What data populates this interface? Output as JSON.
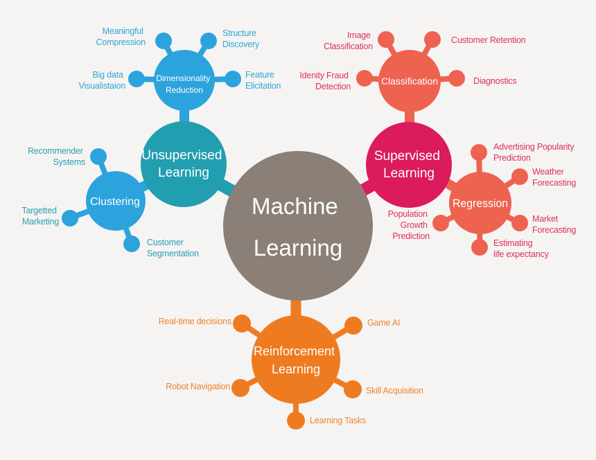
{
  "colors": {
    "background": "#F5F4F3",
    "center": "#8A8077",
    "teal": "#219EB0",
    "blue": "#2CA3DC",
    "crimson": "#DC1A5E",
    "salmon": "#EE6250",
    "orange": "#EF7B21",
    "hub_text": "#FFFFFF",
    "label_blue": "#2EA6D3",
    "label_teal": "#2AA0B1",
    "label_red": "#DE3058",
    "label_orange": "#F0822C"
  },
  "center": {
    "line1": "Machine",
    "line2": "Learning"
  },
  "unsupervised": {
    "line1": "Unsupervised",
    "line2": "Learning",
    "dimensionality_reduction": {
      "line1": "Dimensionality",
      "line2": "Reduction",
      "satellites": {
        "meaningful_compression": {
          "line1": "Meaningful",
          "line2": "Compression"
        },
        "structure_discovery": {
          "line1": "Structure",
          "line2": "Discovery"
        },
        "big_data_visualistaion": {
          "line1": "Big data",
          "line2": "Visualistaion"
        },
        "feature_elicitation": {
          "line1": "Feature",
          "line2": "Elicitation"
        }
      }
    },
    "clustering": {
      "label": "Clustering",
      "satellites": {
        "recommender_systems": {
          "line1": "Recommender",
          "line2": "Systems"
        },
        "targetted_marketing": {
          "line1": "Targetted",
          "line2": "Marketing"
        },
        "customer_segmentation": {
          "line1": "Customer",
          "line2": "Segmentation"
        }
      }
    }
  },
  "supervised": {
    "line1": "Supervised",
    "line2": "Learning",
    "classification": {
      "label": "Classification",
      "satellites": {
        "image_classification": {
          "line1": "Image",
          "line2": "Classification"
        },
        "customer_retention": {
          "label": "Customer Retention"
        },
        "idenity_fraud_detection": {
          "line1": "Idenity Fraud",
          "line2": "Detection"
        },
        "diagnostics": {
          "label": "Diagnostics"
        }
      }
    },
    "regression": {
      "label": "Regression",
      "satellites": {
        "advertising_popularity_prediction": {
          "line1": "Advertising Popularity",
          "line2": "Prediction"
        },
        "weather_forecasting": {
          "line1": "Weather",
          "line2": "Forecasting"
        },
        "market_forecasting": {
          "line1": "Market",
          "line2": "Forecasting"
        },
        "estimating_life_expectancy": {
          "line1": "Estimating",
          "line2": "life expectancy"
        },
        "population_growth_prediction": {
          "line1": "Population",
          "line2": "Growth",
          "line3": "Prediction"
        }
      }
    }
  },
  "reinforcement": {
    "line1": "Reinforcement",
    "line2": "Learning",
    "satellites": {
      "real_time_decisions": {
        "label": "Real-time decisions"
      },
      "game_ai": {
        "label": "Game AI"
      },
      "robot_navigation": {
        "label": "Robot Navigation"
      },
      "skill_acquisition": {
        "label": "Skill Acquisition"
      },
      "learning_tasks": {
        "label": "Learning Tasks"
      }
    }
  }
}
